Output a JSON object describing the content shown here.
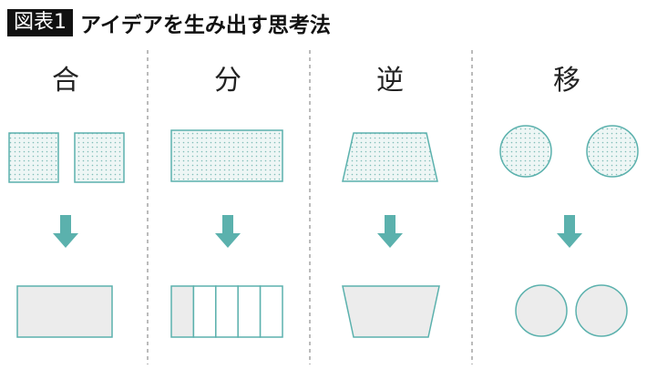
{
  "title": {
    "badge": "図表1",
    "text": "アイデアを生み出す思考法"
  },
  "columns": [
    {
      "label": "合"
    },
    {
      "label": "分"
    },
    {
      "label": "逆"
    },
    {
      "label": "移"
    }
  ],
  "colors": {
    "teal": "#5bb1ad",
    "fill": "#ececec",
    "dots": "#7fbdb8"
  }
}
